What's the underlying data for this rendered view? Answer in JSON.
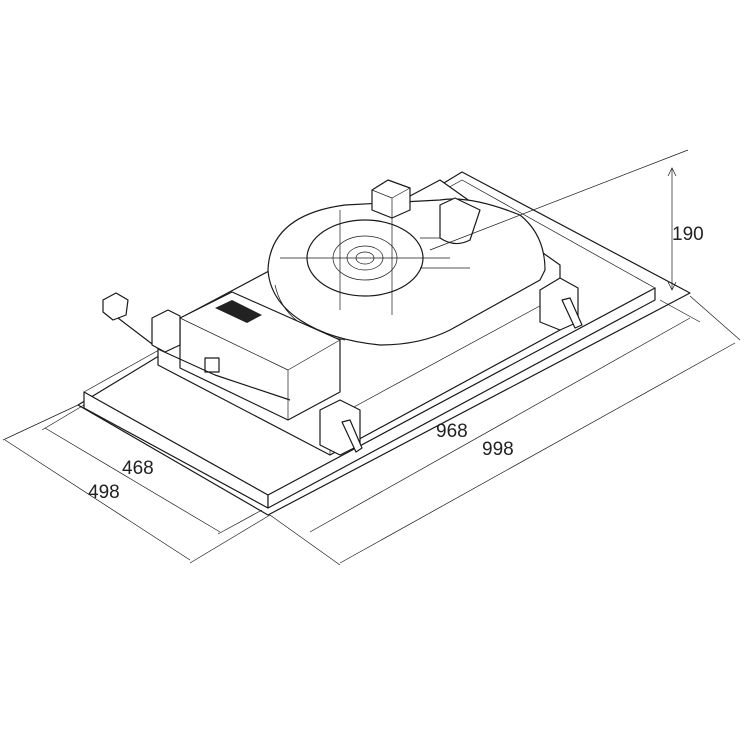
{
  "title": "Cooker hood dimension drawing",
  "dimensions": {
    "height": "190",
    "inner_length": "968",
    "outer_length": "998",
    "inner_depth": "468",
    "outer_depth": "498"
  },
  "colors": {
    "line": "#1a1a1a",
    "background": "#ffffff"
  }
}
